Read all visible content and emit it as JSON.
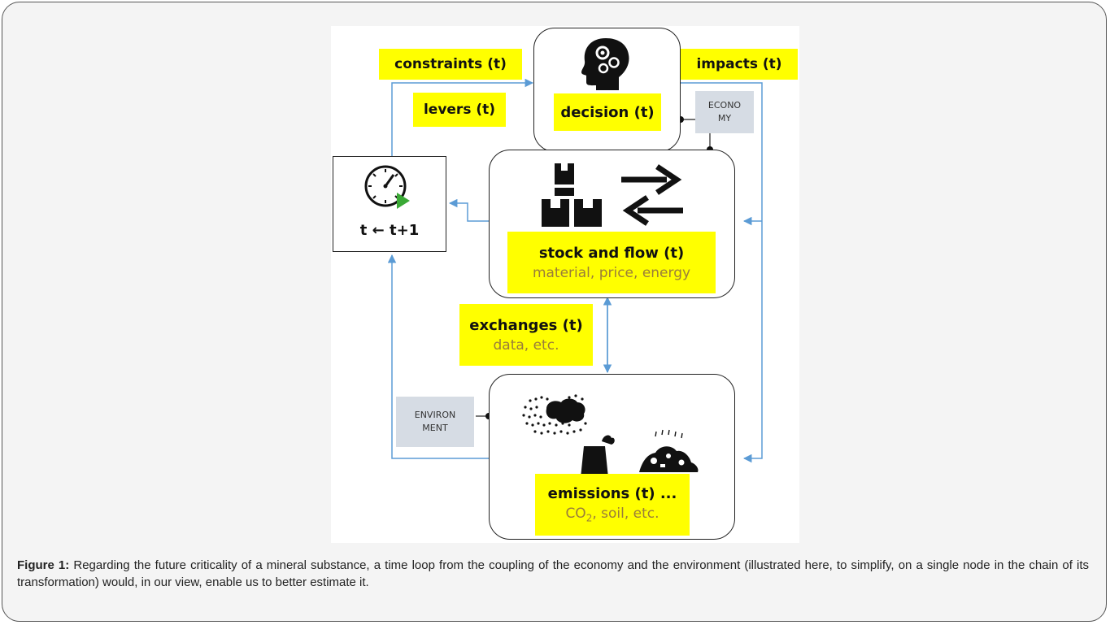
{
  "diagram": {
    "labels": {
      "constraints": "constraints (t)",
      "levers": "levers (t)",
      "impacts": "impacts (t)"
    },
    "decision": {
      "title": "decision (t)"
    },
    "economy_tag": {
      "line1": "ECONO",
      "line2": "MY"
    },
    "clock": {
      "label": "t ← t+1"
    },
    "stock": {
      "title": "stock and flow (t)",
      "subtitle": "material, price, energy"
    },
    "exchanges": {
      "title": "exchanges (t)",
      "subtitle": "data, etc."
    },
    "environment_tag": {
      "line1": "ENVIRON",
      "line2": "MENT"
    },
    "emissions": {
      "title": "emissions (t) ...",
      "subtitle_prefix": "CO",
      "subtitle_sub": "2",
      "subtitle_suffix": ", soil, etc."
    },
    "colors": {
      "highlight": "#ffff00",
      "arrow": "#5b9bd5",
      "tag_bg": "#d6dce4",
      "subtitle": "#9a7d3a"
    },
    "icons": [
      "head-gears-icon",
      "boxes-icon",
      "exchange-arrows-icon",
      "clock-icon",
      "play-icon",
      "smoke-cloud-icon",
      "chimney-icon",
      "waste-pile-icon"
    ]
  },
  "caption": {
    "label": "Figure 1:",
    "text": " Regarding the future criticality of a mineral substance, a time loop from the coupling of the economy and the environment (illustrated here, to simplify, on a single node in the chain of its transformation) would, in our view, enable us to better estimate it."
  }
}
